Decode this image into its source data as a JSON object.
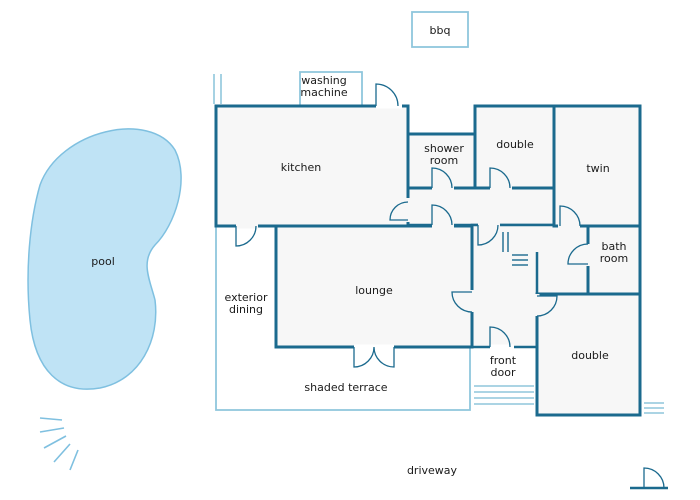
{
  "colors": {
    "wall": "#1b6a8e",
    "outline_light": "#8fc6dc",
    "pool_fill": "#bfe3f5",
    "room_fill": "#f7f7f7",
    "text": "#1a1a1a"
  },
  "labels": {
    "bbq": "bbq",
    "washing_machine_line1": "washing",
    "washing_machine_line2": "machine",
    "kitchen": "kitchen",
    "shower_room_line1": "shower",
    "shower_room_line2": "room",
    "double_top": "double",
    "twin": "twin",
    "pool": "pool",
    "bath_room_line1": "bath",
    "bath_room_line2": "room",
    "exterior_dining_line1": "exterior",
    "exterior_dining_line2": "dining",
    "lounge": "lounge",
    "double_bottom": "double",
    "front_door_line1": "front",
    "front_door_line2": "door",
    "shaded_terrace": "shaded terrace",
    "driveway": "driveway"
  }
}
